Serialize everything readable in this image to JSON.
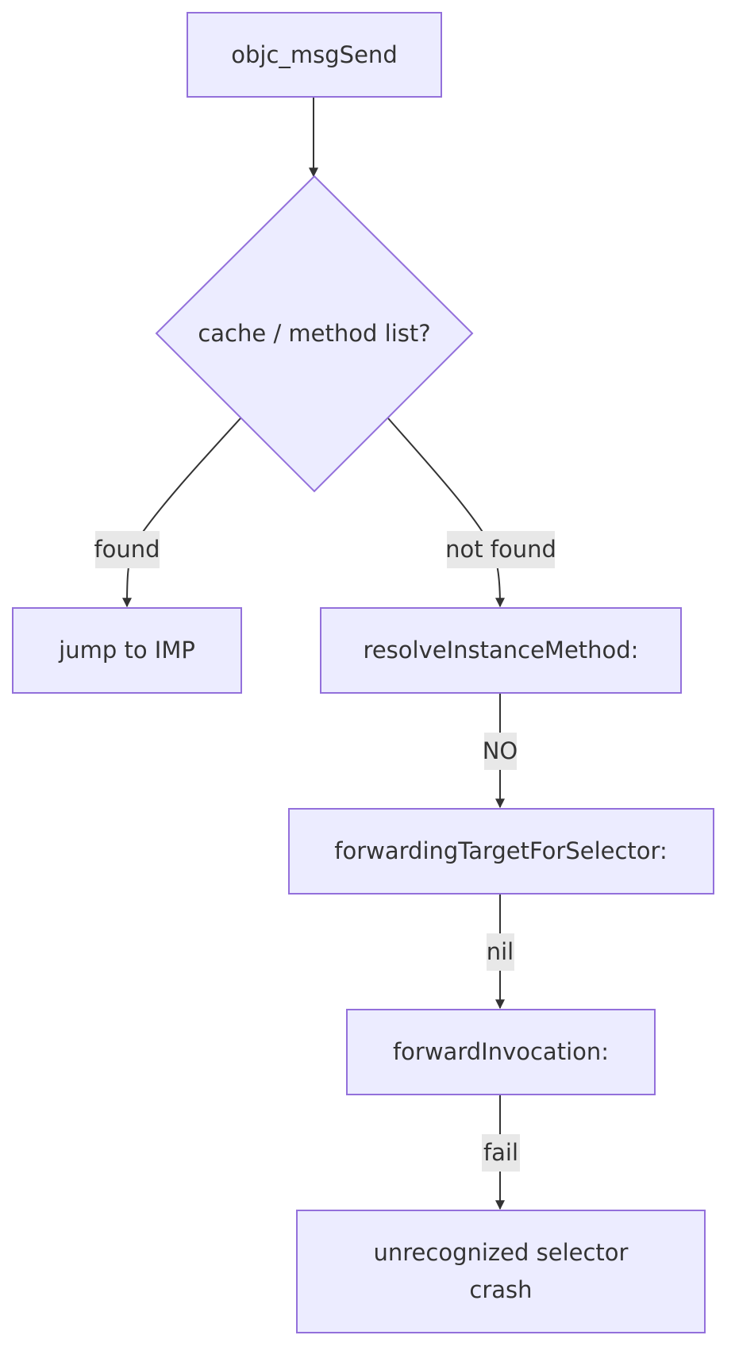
{
  "nodes": {
    "start": "objc_msgSend",
    "decision": "cache / method list?",
    "jump": "jump to IMP",
    "resolve": "resolveInstanceMethod:",
    "forwarding_target": "forwardingTargetForSelector:",
    "forward_invocation": "forwardInvocation:",
    "crash_line1": "unrecognized selector",
    "crash_line2": "crash"
  },
  "edges": {
    "found": "found",
    "not_found": "not found",
    "no": "NO",
    "nil": "nil",
    "fail": "fail"
  },
  "colors": {
    "node_fill": "#ECECFF",
    "node_stroke": "#9370DB",
    "edge": "#333333",
    "edge_label_bg": "#e8e8e8"
  }
}
